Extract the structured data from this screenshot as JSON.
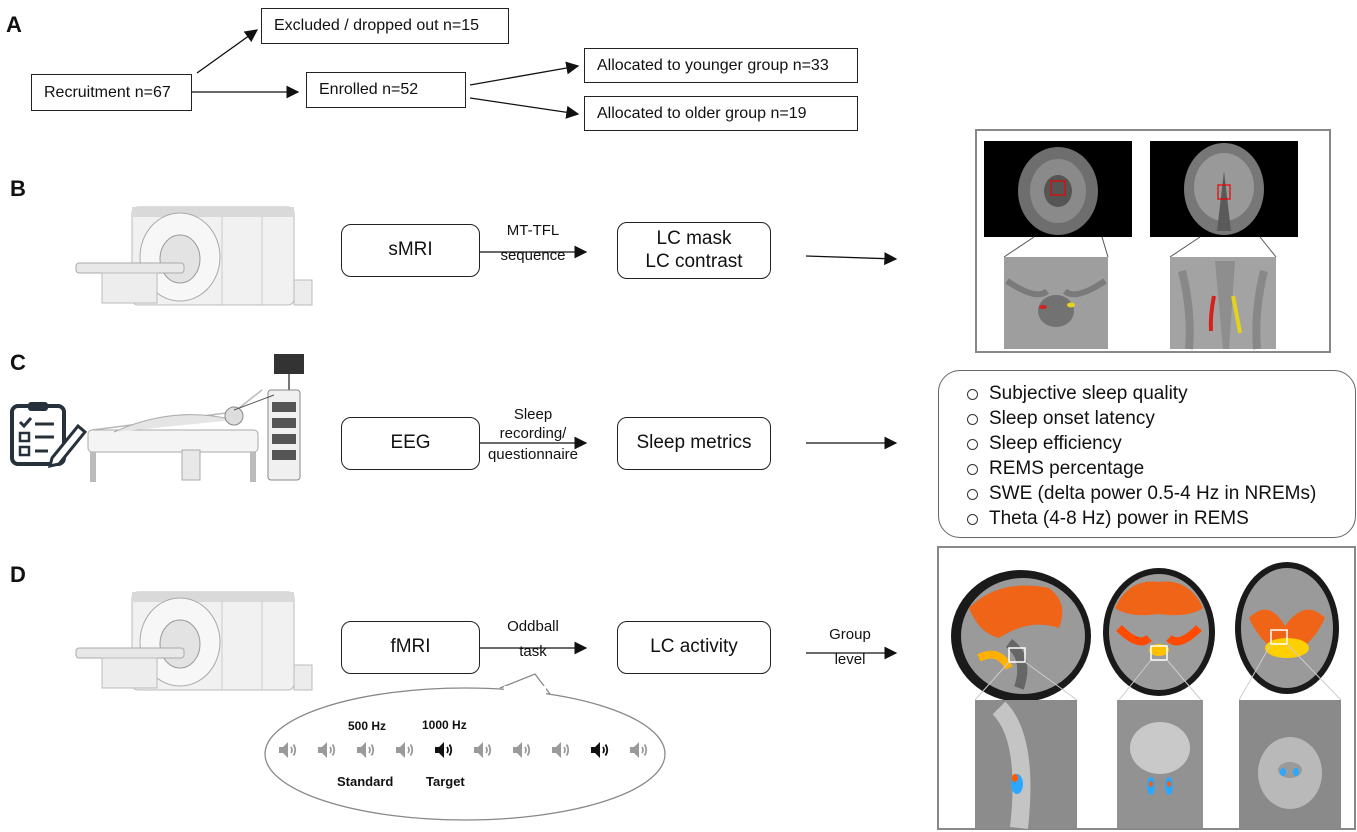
{
  "panels": {
    "a": "A",
    "b": "B",
    "c": "C",
    "d": "D"
  },
  "flow": {
    "recruitment": "Recruitment n=67",
    "excluded": "Excluded / dropped out n=15",
    "enrolled": "Enrolled n=52",
    "younger": "Allocated to younger group n=33",
    "older": "Allocated to older group n=19"
  },
  "smri": {
    "box": "sMRI",
    "arrow_label_1": "MT-TFL",
    "arrow_label_2": "sequence",
    "out_line_1": "LC mask",
    "out_line_2": "LC contrast"
  },
  "eeg": {
    "box": "EEG",
    "arrow_label_1": "Sleep",
    "arrow_label_2": "recording/",
    "arrow_label_3": "questionnaire",
    "out": "Sleep metrics",
    "metrics": [
      "Subjective sleep quality",
      "Sleep onset latency",
      "Sleep efficiency",
      "REMS percentage",
      "SWE (delta power 0.5-4 Hz in NREMs)",
      "Theta (4-8 Hz) power in REMS"
    ]
  },
  "fmri": {
    "box": "fMRI",
    "arrow_label_1": "Oddball",
    "arrow_label_2": "task",
    "out": "LC activity",
    "group_label_1": "Group",
    "group_label_2": "level"
  },
  "oddball": {
    "standard_freq": "500 Hz",
    "target_freq": "1000 Hz",
    "standard_label": "Standard",
    "target_label": "Target",
    "sequence": [
      "standard",
      "standard",
      "standard",
      "standard",
      "target",
      "standard",
      "standard",
      "standard",
      "target",
      "standard"
    ]
  },
  "colors": {
    "standard_tone": "#9a9a9a",
    "target_tone": "#111111",
    "activation": "#ff5a00"
  }
}
